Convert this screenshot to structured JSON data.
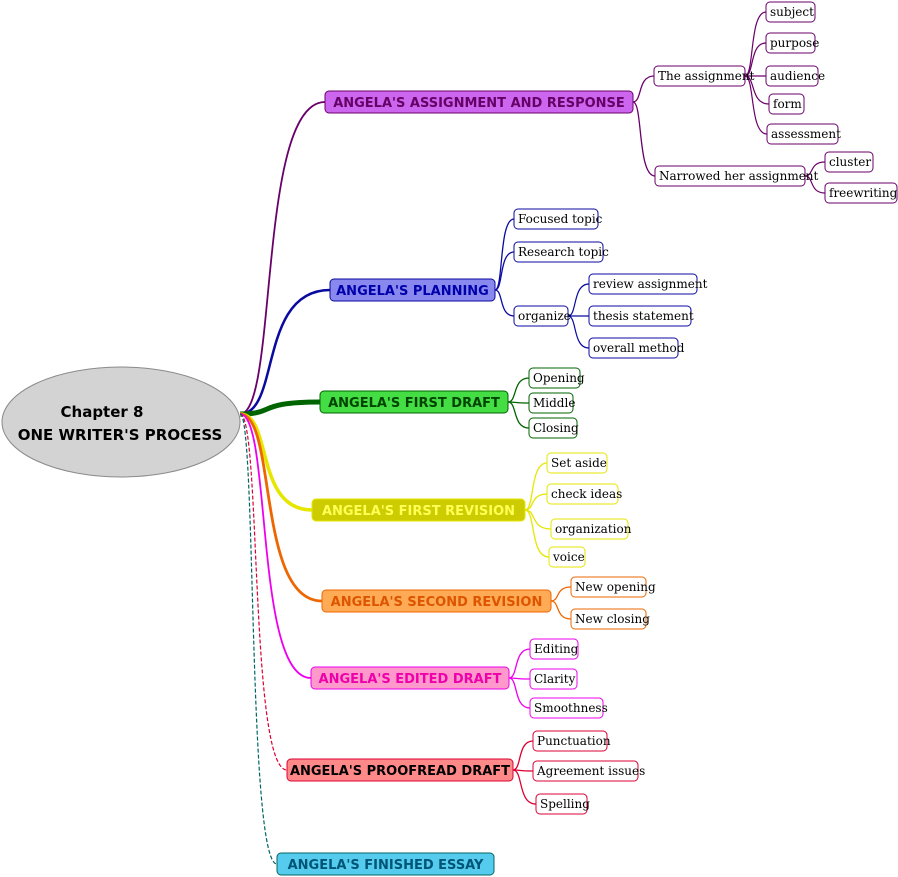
{
  "center": {
    "line1": "Chapter 8",
    "line2": "ONE WRITER'S PROCESS"
  },
  "branches": [
    {
      "id": "assignment",
      "label": "ANGELA'S ASSIGNMENT AND RESPONSE",
      "color": "#6a006a",
      "fill": "#cc66ee",
      "text_color": "#660066",
      "children": [
        {
          "label": "The assignment",
          "children": [
            "subject",
            "purpose",
            "audience",
            "form",
            "assessment"
          ]
        },
        {
          "label": "Narrowed her assignment",
          "children": [
            "cluster",
            "freewriting"
          ]
        }
      ]
    },
    {
      "id": "planning",
      "label": "ANGELA'S PLANNING",
      "color": "#0a0aa0",
      "fill": "#8888ee",
      "text_color": "#0000aa",
      "children": [
        {
          "label": "Focused topic",
          "children": []
        },
        {
          "label": "Research topic",
          "children": []
        },
        {
          "label": "organize",
          "children": [
            "review assignment",
            "thesis statement",
            "overall method"
          ]
        }
      ]
    },
    {
      "id": "first-draft",
      "label": "ANGELA'S FIRST DRAFT",
      "color": "#006400",
      "fill": "#44dd44",
      "text_color": "#004400",
      "children": [
        {
          "label": "Opening",
          "children": []
        },
        {
          "label": "Middle",
          "children": []
        },
        {
          "label": "Closing",
          "children": []
        }
      ]
    },
    {
      "id": "first-revision",
      "label": "ANGELA'S FIRST REVISION",
      "color": "#e6e600",
      "fill": "#cccc00",
      "text_color": "#ffff55",
      "children": [
        {
          "label": "Set aside",
          "children": []
        },
        {
          "label": "check ideas",
          "children": []
        },
        {
          "label": "organization",
          "children": []
        },
        {
          "label": "voice",
          "children": []
        }
      ]
    },
    {
      "id": "second-revision",
      "label": "ANGELA'S SECOND REVISION",
      "color": "#ee6600",
      "fill": "#ffaa55",
      "text_color": "#dd5500",
      "children": [
        {
          "label": "New opening",
          "children": []
        },
        {
          "label": "New closing",
          "children": []
        }
      ]
    },
    {
      "id": "edited-draft",
      "label": "ANGELA'S EDITED DRAFT",
      "color": "#ee00ee",
      "fill": "#ff99cc",
      "text_color": "#ee00aa",
      "children": [
        {
          "label": "Editing",
          "children": []
        },
        {
          "label": "Clarity",
          "children": []
        },
        {
          "label": "Smoothness",
          "children": []
        }
      ]
    },
    {
      "id": "proofread-draft",
      "label": "ANGELA'S PROOFREAD DRAFT",
      "color": "#dd0033",
      "fill": "#ff8888",
      "text_color": "#000000",
      "children": [
        {
          "label": "Punctuation",
          "children": []
        },
        {
          "label": "Agreement issues",
          "children": []
        },
        {
          "label": "Spelling",
          "children": []
        }
      ]
    },
    {
      "id": "finished-essay",
      "label": "ANGELA'S FINISHED ESSAY",
      "color": "#006666",
      "fill": "#55ccee",
      "text_color": "#005577",
      "children": []
    }
  ]
}
